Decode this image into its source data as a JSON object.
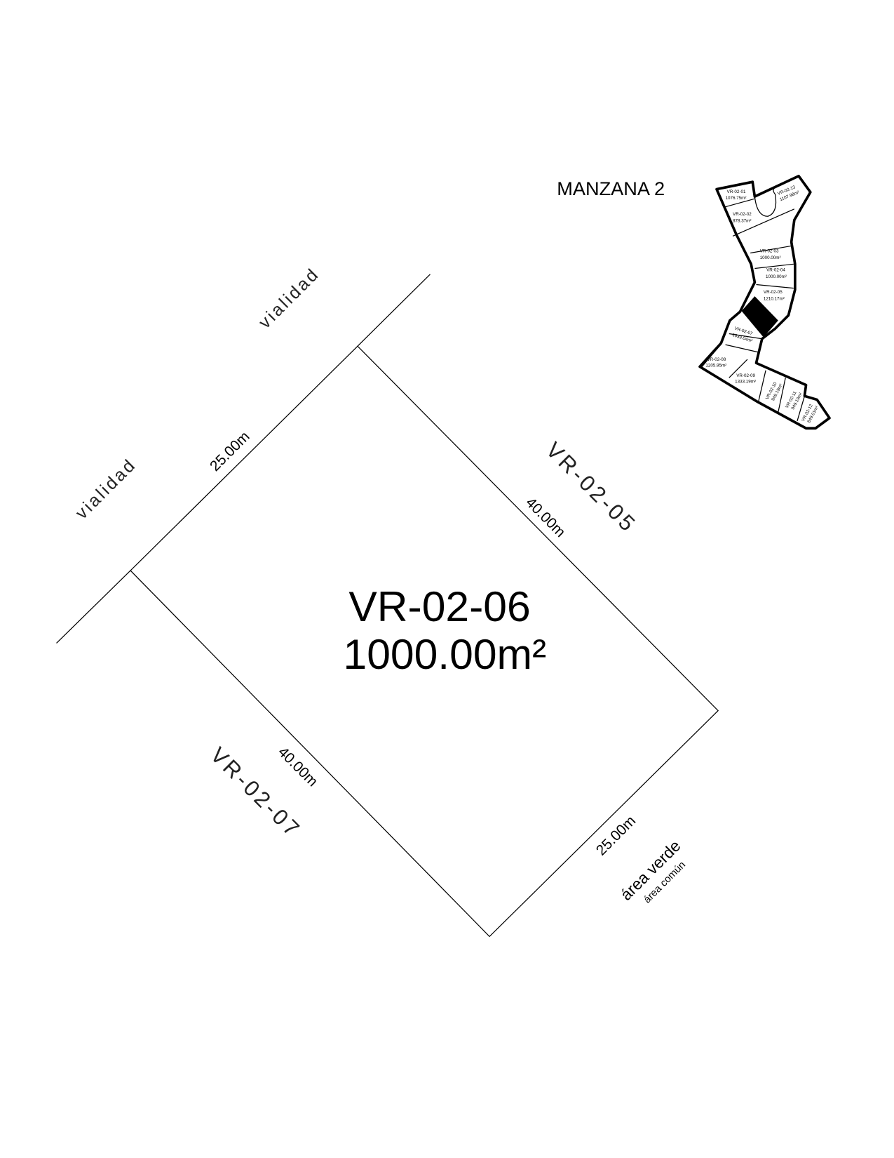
{
  "lot": {
    "id": "VR-02-06",
    "area": "1000.00m²"
  },
  "dimensions": {
    "front": "25.00m",
    "right": "40.00m",
    "left": "40.00m",
    "back": "25.00m"
  },
  "neighbors": {
    "right": "VR-02-05",
    "left": "VR-02-07",
    "road_top": "vialidad",
    "road_left": "vialidad",
    "back": "área verde",
    "back_sub": "área común"
  },
  "inset": {
    "title": "MANZANA 2",
    "highlight_color": "#000000",
    "lots": [
      {
        "id": "VR-02-01",
        "area": "1076.75m²"
      },
      {
        "id": "VR-02-02",
        "area": "878.37m²"
      },
      {
        "id": "VR-02-03",
        "area": "1000.00m²"
      },
      {
        "id": "VR-02-04",
        "area": "1000.00m²"
      },
      {
        "id": "VR-02-05",
        "area": "1210.17m²"
      },
      {
        "id": "VR-02-07",
        "area": "1039.04m²"
      },
      {
        "id": "VR-02-08",
        "area": "1205.95m²"
      },
      {
        "id": "VR-02-09",
        "area": "1333.19m²"
      },
      {
        "id": "VR-02-10",
        "area": "949.19m²"
      },
      {
        "id": "VR-02-11",
        "area": "949.19m²"
      },
      {
        "id": "VR-02-12",
        "area": "849.01m²"
      },
      {
        "id": "VR-02-13",
        "area": "1107.98m²"
      }
    ]
  }
}
